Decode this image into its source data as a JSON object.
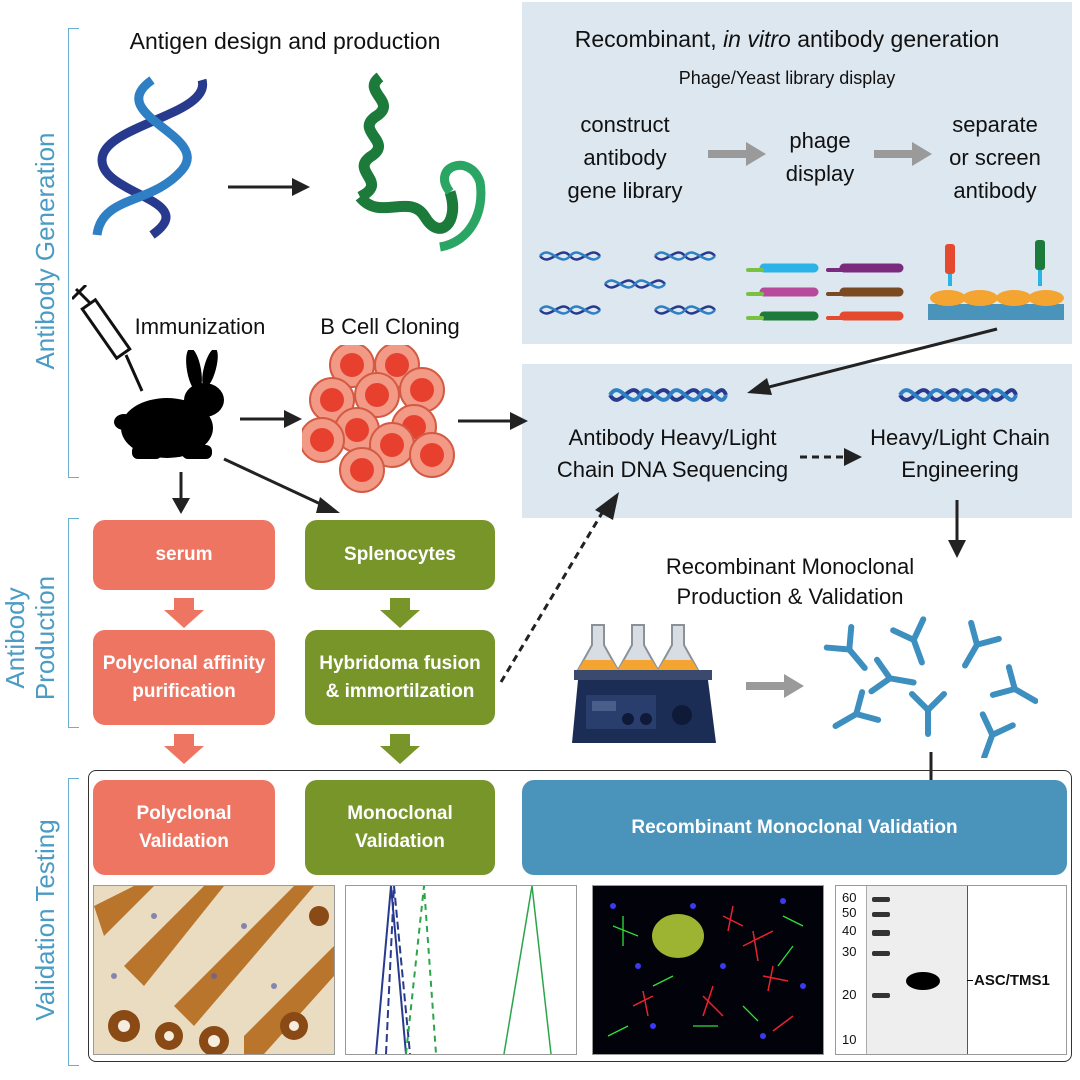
{
  "sections": {
    "generation": "Antibody Generation",
    "production_line1": "Antibody",
    "production_line2": "Production",
    "validation": "Validation Testing"
  },
  "antigen": {
    "title": "Antigen design and production"
  },
  "invitro": {
    "title_prefix": "Recombinant, ",
    "title_italic": "in vitro",
    "title_suffix": " antibody generation",
    "subtitle": "Phage/Yeast library display",
    "step1": [
      "construct",
      "antibody",
      "gene library"
    ],
    "step2": [
      "phage",
      "display"
    ],
    "step3": [
      "separate",
      "or screen",
      "antibody"
    ]
  },
  "immunization": "Immunization",
  "bcell": "B Cell Cloning",
  "sequencing": {
    "step1": [
      "Antibody Heavy/Light",
      "Chain DNA Sequencing"
    ],
    "step2": [
      "Heavy/Light Chain",
      "Engineering"
    ]
  },
  "recombinant": {
    "title": [
      "Recombinant Monoclonal",
      "Production & Validation"
    ]
  },
  "boxes": {
    "serum": "serum",
    "splenocytes": "Splenocytes",
    "polyclonal_purification": [
      "Polyclonal affinity",
      "purification"
    ],
    "hybridoma": [
      "Hybridoma fusion",
      "& immortilzation"
    ],
    "polyclonal_validation": [
      "Polyclonal",
      "Validation"
    ],
    "monoclonal_validation": [
      "Monoclonal",
      "Validation"
    ],
    "recombinant_validation": "Recombinant Monoclonal Validation"
  },
  "western_blot": {
    "ladder": [
      "60",
      "50",
      "40",
      "30",
      "20",
      "10"
    ],
    "band_label": "ASC/TMS1"
  },
  "colors": {
    "salmon": "#ef7563",
    "olive": "#789529",
    "blue": "#4a93bb",
    "panel": "#dde7ef",
    "label": "#4a9cc4"
  }
}
